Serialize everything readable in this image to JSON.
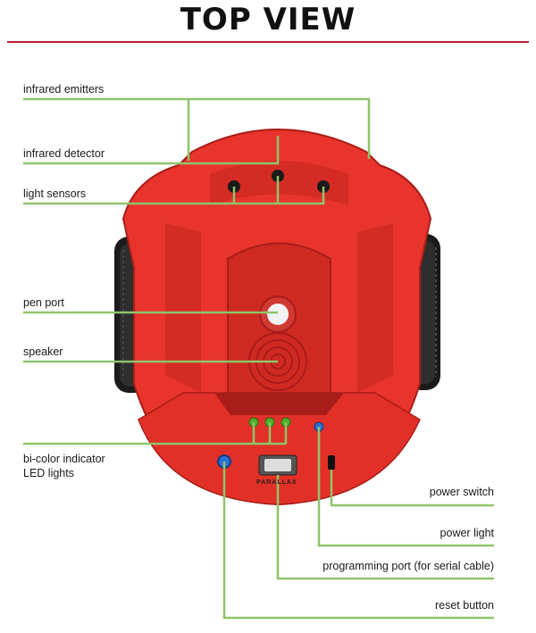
{
  "title": "TOP VIEW",
  "colors": {
    "title_rule": "#b51f2a",
    "leader_lines": "#8fc46a",
    "robot_body": "#e8342c",
    "robot_shadow": "#b8221c",
    "wheel": "#1b1b1b",
    "led_green": "#4caf2a",
    "led_blue": "#2a6fd6"
  },
  "labels": {
    "infrared_emitters": "infrared emitters",
    "infrared_detector": "infrared detector",
    "light_sensors": "light sensors",
    "pen_port": "pen port",
    "speaker": "speaker",
    "bicolor_led": "bi-color indicator\nLED lights",
    "power_switch": "power switch",
    "power_light": "power light",
    "programming_port": "programming port (for serial cable)",
    "reset_button": "reset button"
  },
  "robot_brand": "PARALLAX"
}
